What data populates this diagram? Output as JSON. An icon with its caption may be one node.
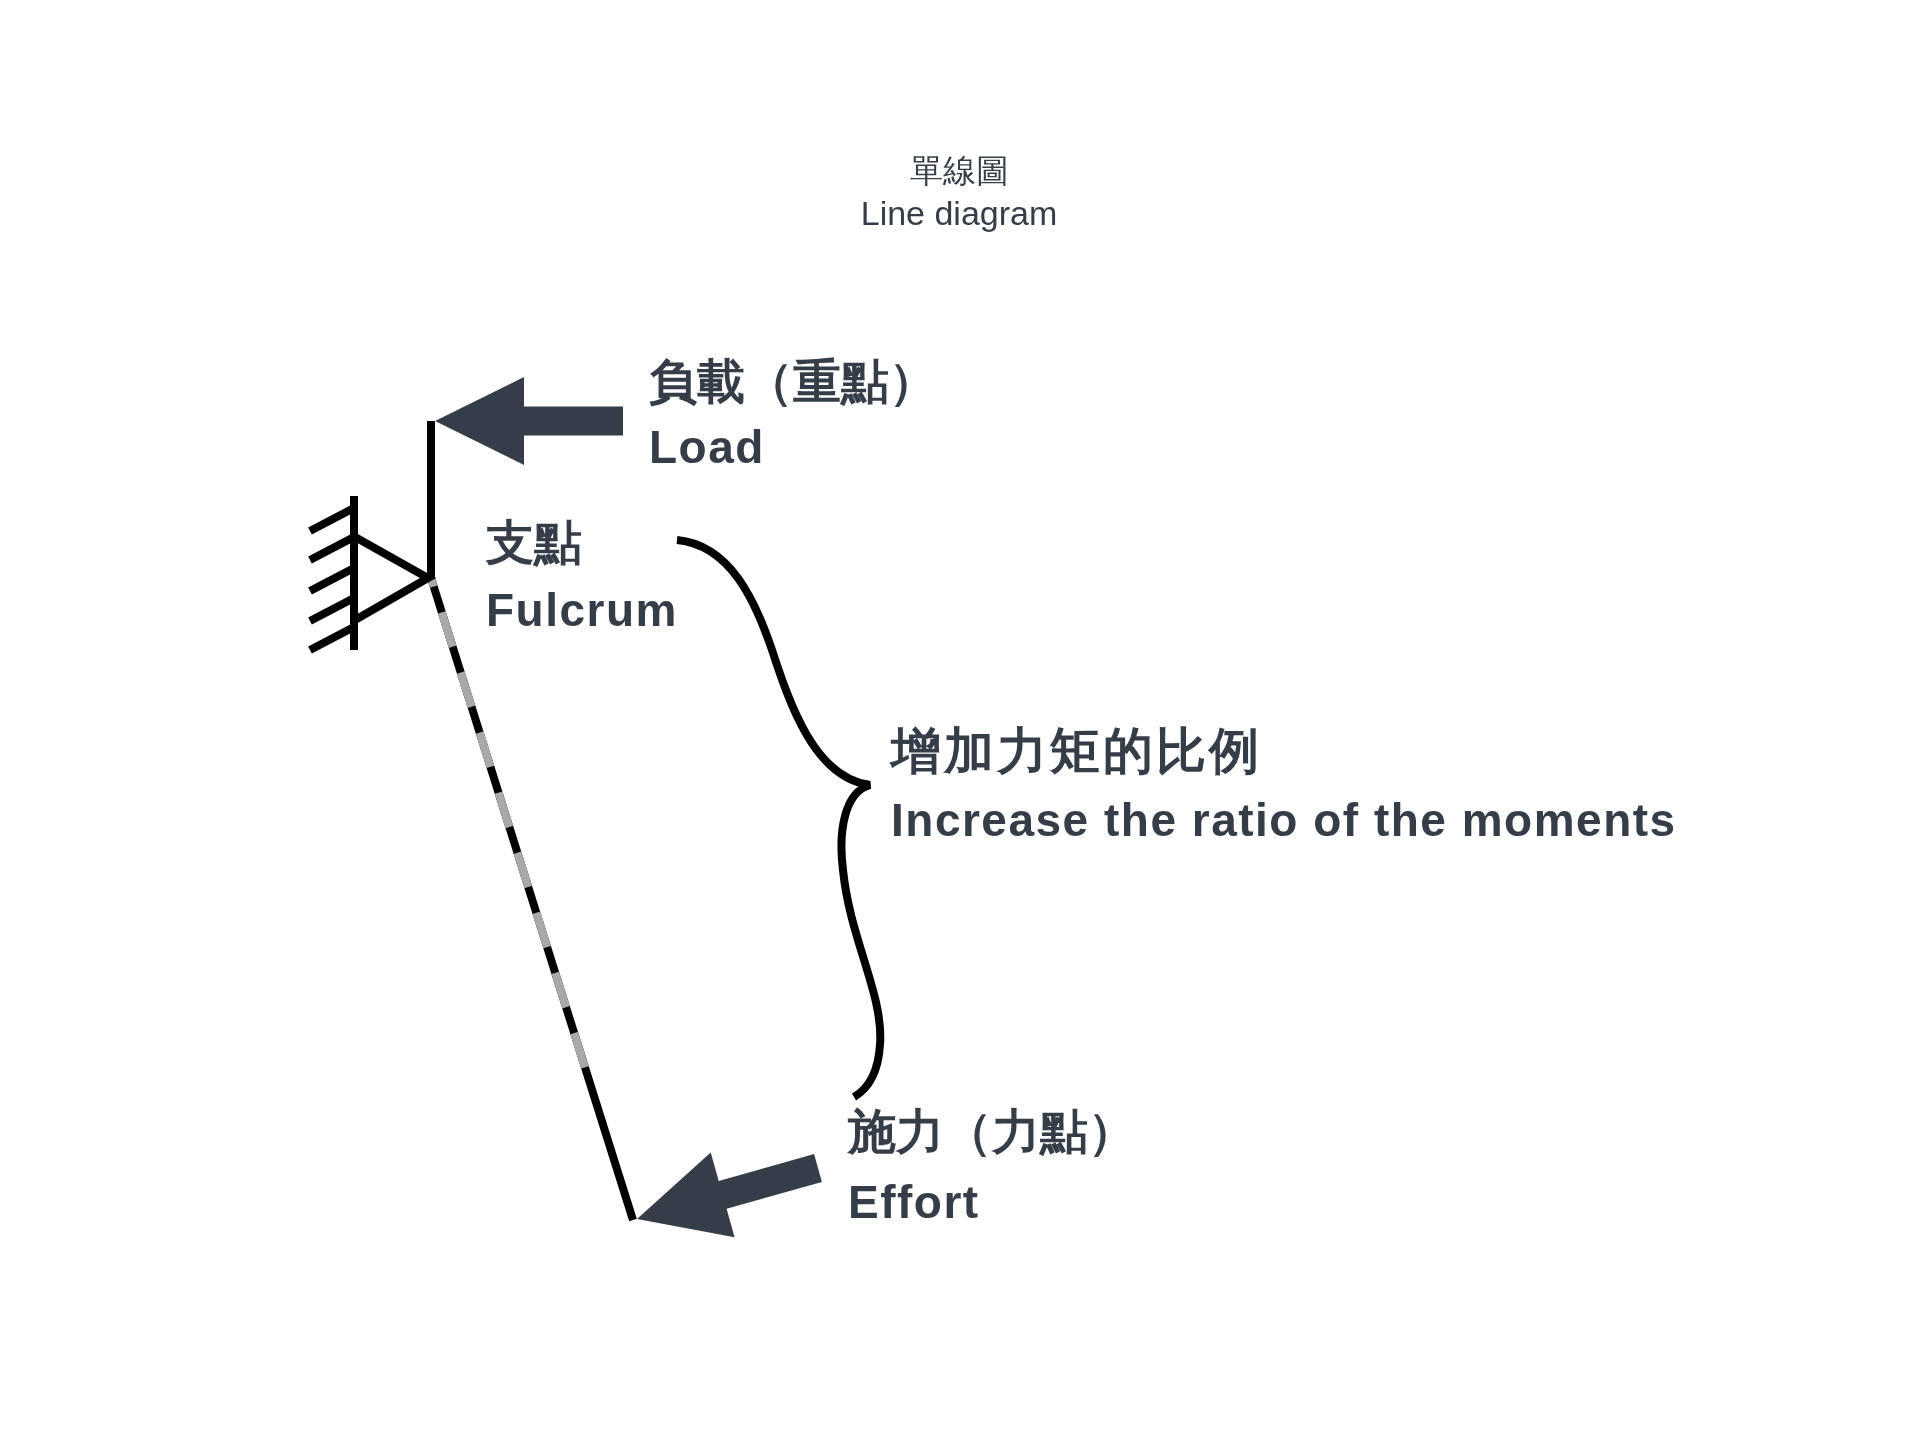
{
  "diagram": {
    "title": "單線圖",
    "labels": [
      "Line diagram",
      "負載（重點）",
      "Load",
      "支點",
      "Fulcrum",
      "增加力矩的比例",
      "Increase the ratio of the moments",
      "施力（力點）",
      "Effort"
    ]
  }
}
